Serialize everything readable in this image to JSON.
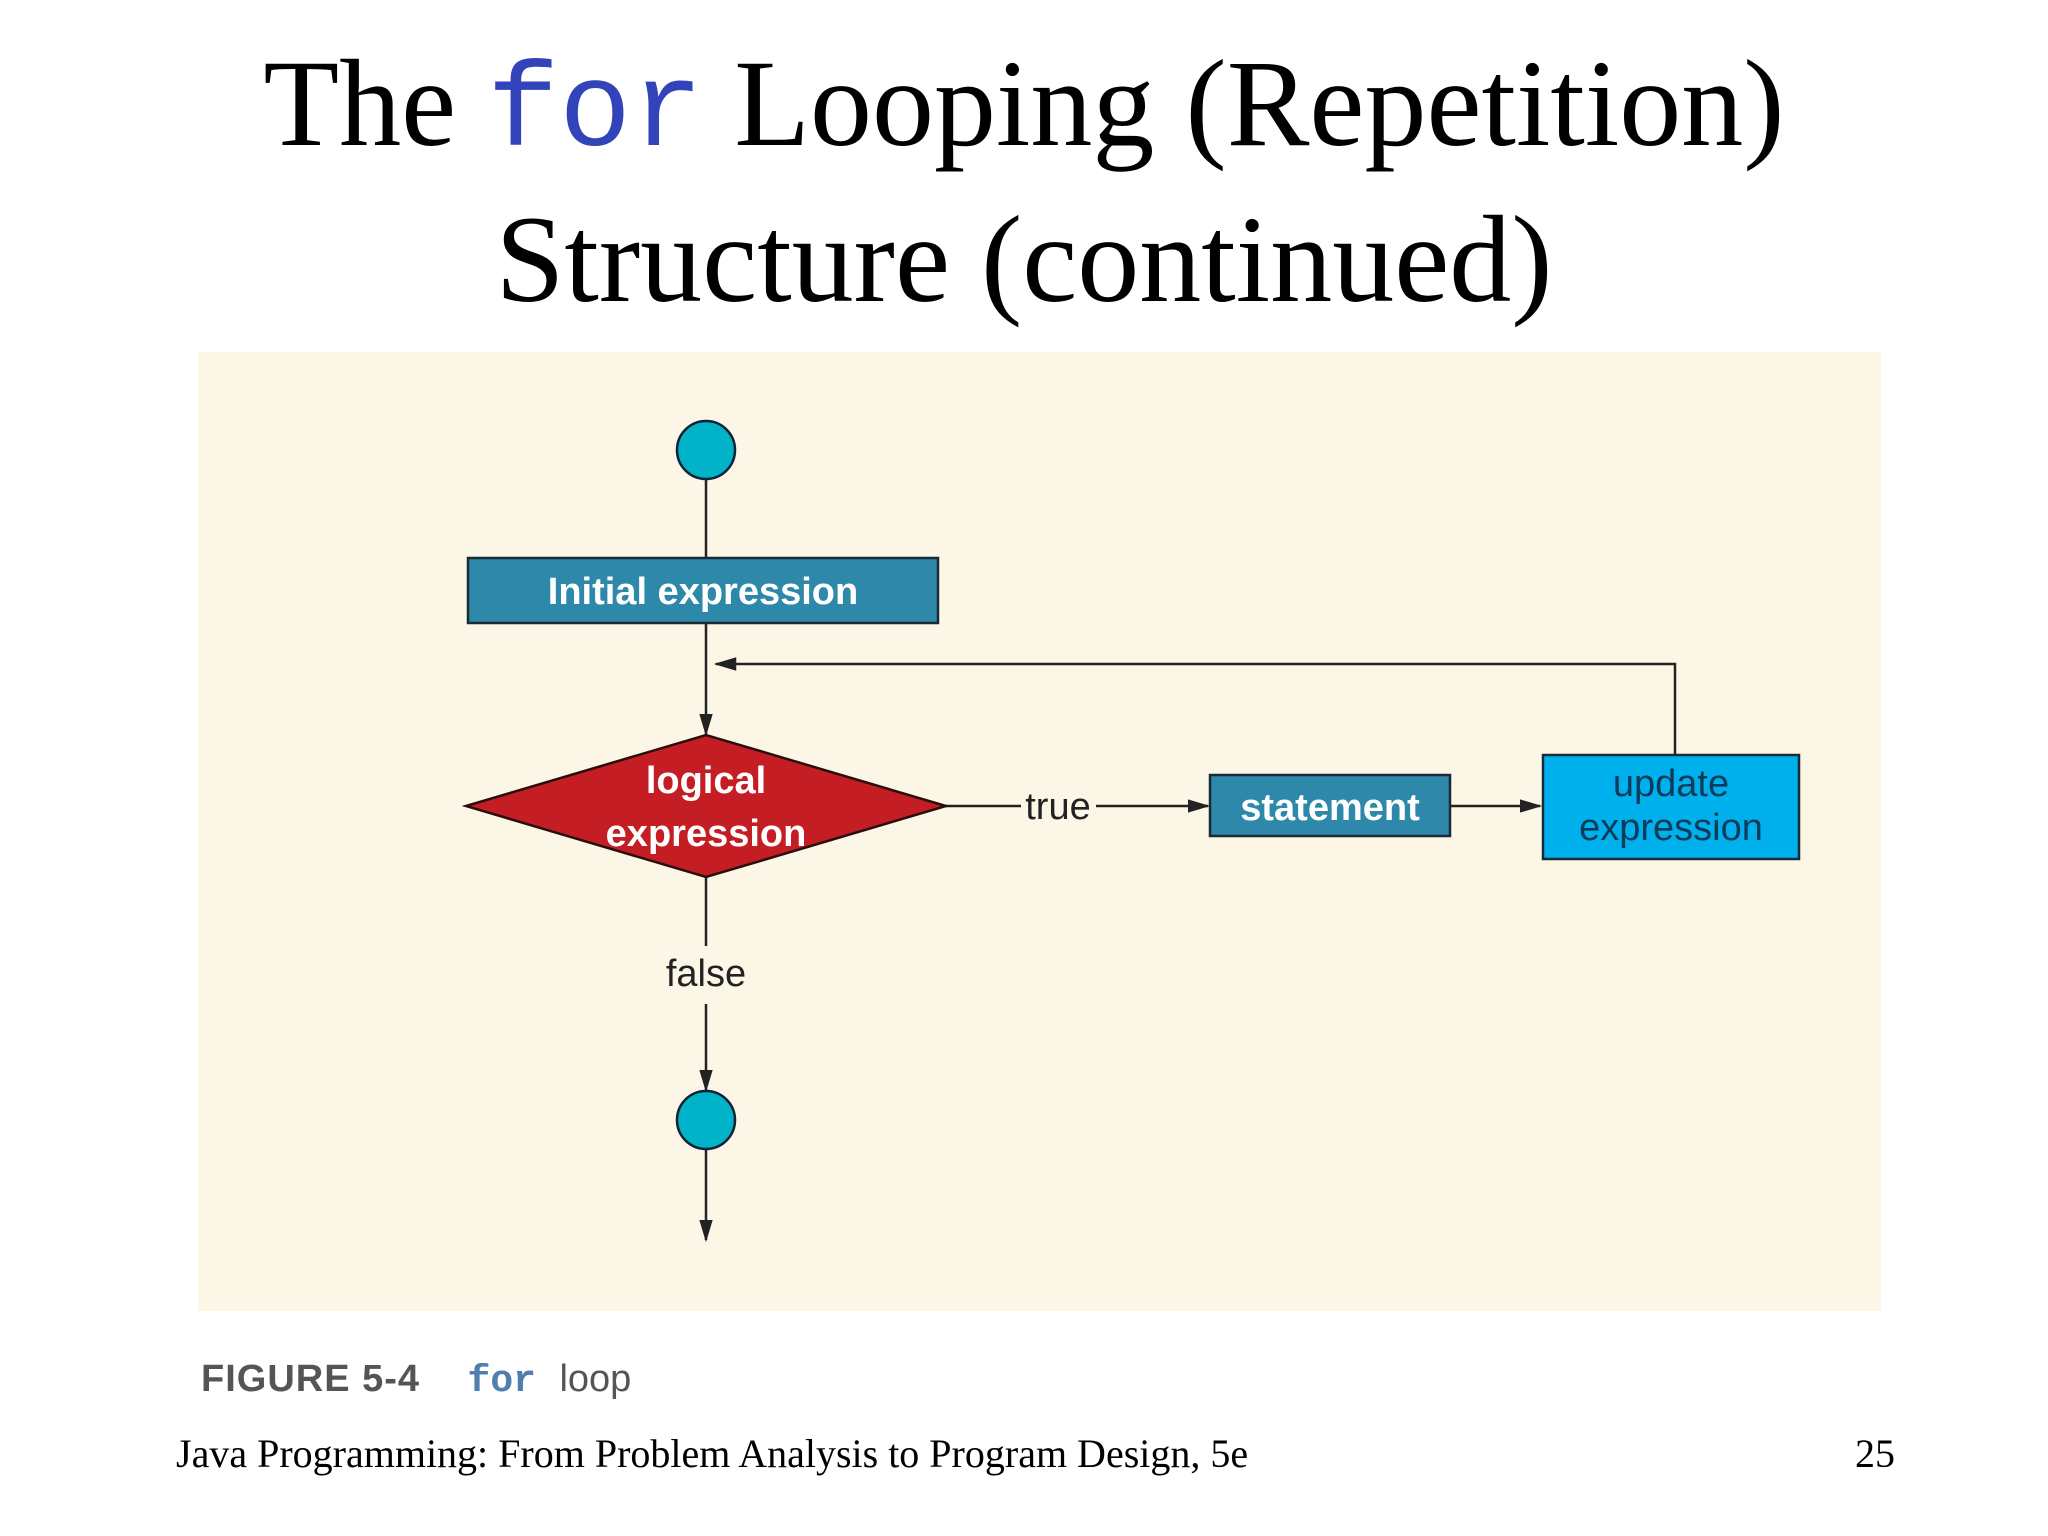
{
  "slide": {
    "title_pre": "The",
    "title_code": "for",
    "title_post": "Looping (Repetition)",
    "title_line2": "Structure (continued)",
    "footer_left": "Java Programming: From Problem Analysis to Program Design, 5e",
    "page_number": "25"
  },
  "diagram": {
    "nodes": {
      "initial": "Initial expression",
      "logical_line1": "logical",
      "logical_line2": "expression",
      "statement": "statement",
      "update_line1": "update",
      "update_line2": "expression"
    },
    "edges": {
      "true_label": "true",
      "false_label": "false"
    },
    "colors": {
      "terminal": "#00b3c8",
      "process_box": "#2e88aa",
      "decision": "#c41e24",
      "update_box": "#00b0ec",
      "background": "#fcf6e6"
    }
  },
  "caption": {
    "label": "FIGURE 5-4",
    "code": "for",
    "text": "loop"
  }
}
